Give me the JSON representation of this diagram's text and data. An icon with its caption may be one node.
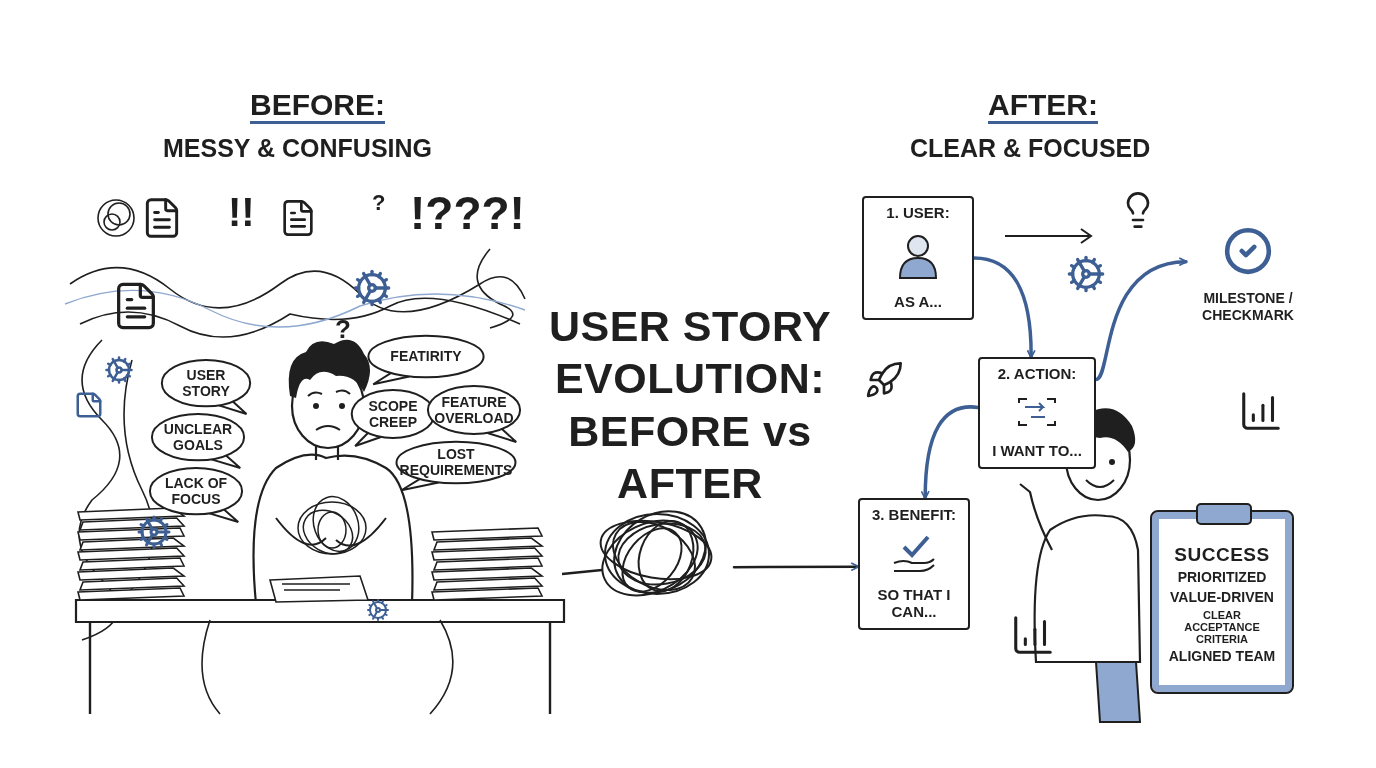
{
  "diagram": {
    "title": "USER STORY EVOLUTION: BEFORE vs AFTER",
    "nodes": [
      {
        "text": [
          "USER STORY"
        ]
      },
      {
        "text": [
          "UNCLEAR GOALS"
        ]
      },
      {
        "text": [
          "LACK OF FOCUS"
        ]
      },
      {
        "text": [
          "FEATIRITY"
        ]
      },
      {
        "text": [
          "SCOPE CREEP"
        ]
      },
      {
        "text": [
          "FEATURE OVERLOAD"
        ]
      },
      {
        "text": [
          "LOST REQUIREMENTS"
        ]
      },
      {
        "text": [
          "1. USER:",
          "AS A..."
        ]
      },
      {
        "text": [
          "2. ACTION:",
          "I WANT TO..."
        ]
      },
      {
        "text": [
          "3. BENEFIT:",
          "SO THAT I CAN..."
        ]
      },
      {
        "text": [
          "MILESTONE / CHECKMARK"
        ]
      },
      {
        "text": [
          "SUCCESS",
          "PRIORITIZED",
          "VALUE-DRIVEN",
          "CLEAR ACCEPTANCE CRITERIA",
          "ALIGNED TEAM"
        ]
      },
      {
        "text": [],
        "shape": "picture"
      }
    ],
    "edges": [
      {
        "from": 7,
        "to": 8,
        "arrow": "to"
      },
      {
        "from": 8,
        "to": 9,
        "arrow": "to"
      },
      {
        "from": 8,
        "to": 10,
        "arrow": "to"
      },
      {
        "from": 12,
        "to": 9,
        "arrow": "to",
        "color": "#1f1f1f"
      }
    ],
    "labels": [
      "BEFORE:",
      "MESSY & CONFUSING",
      "AFTER:",
      "CLEAR & FOCUSED",
      "!!",
      "?",
      "!???!",
      "?"
    ]
  }
}
